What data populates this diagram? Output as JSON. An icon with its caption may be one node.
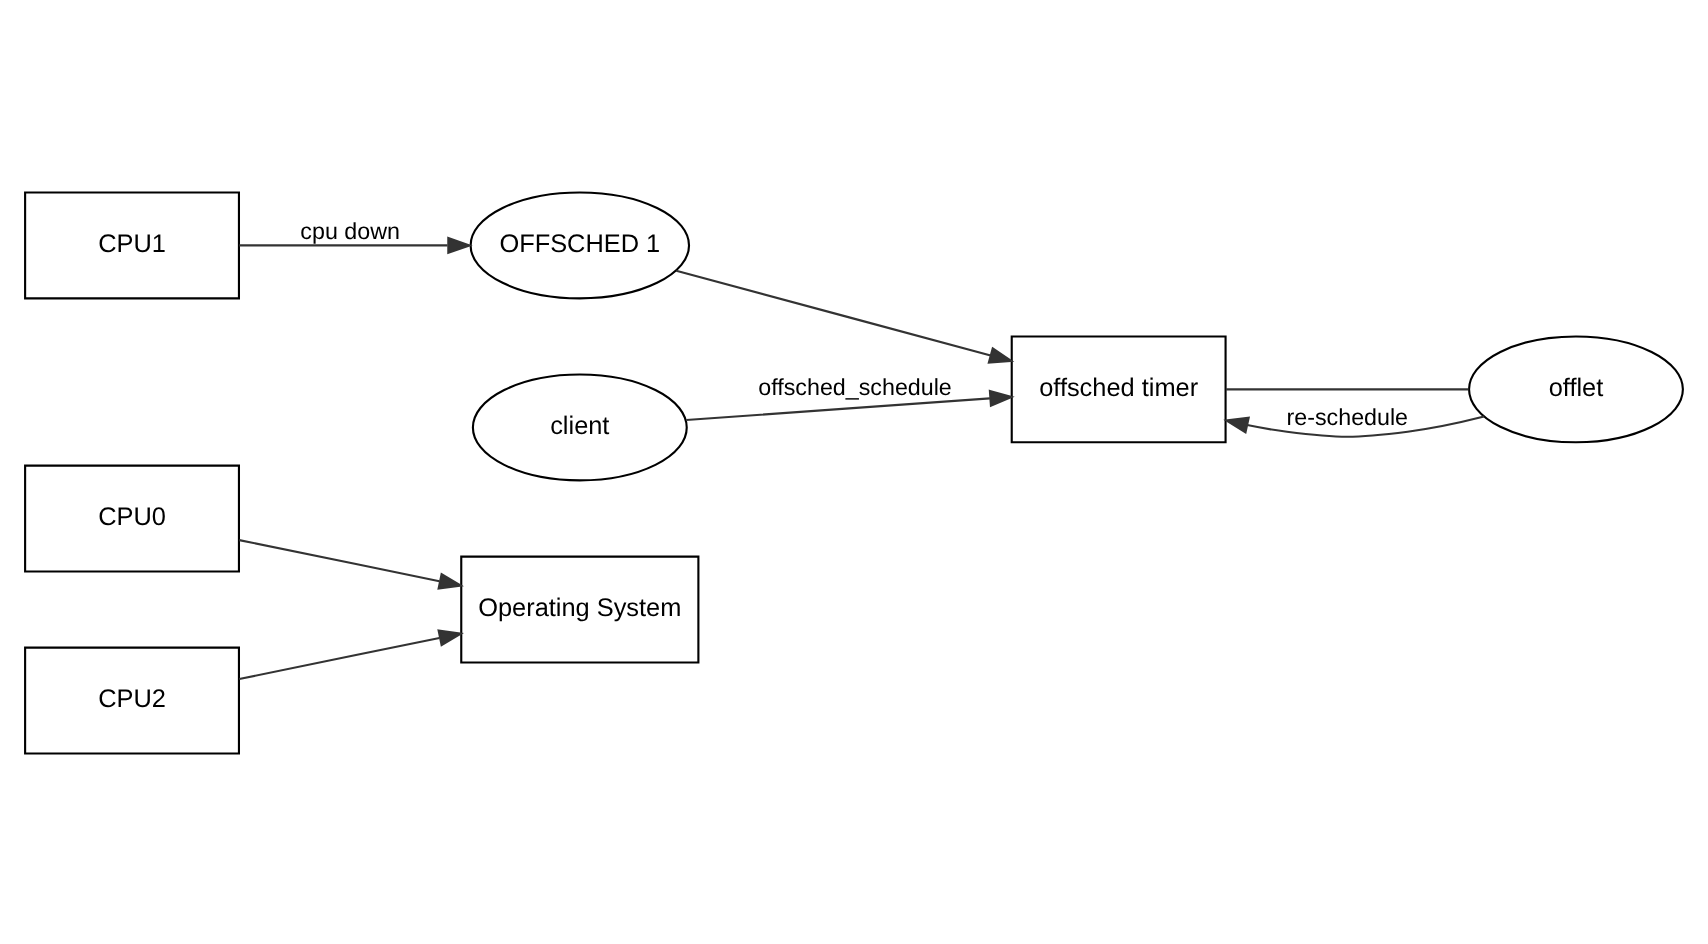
{
  "diagram": {
    "nodes": [
      {
        "text": [
          "CPU0"
        ]
      },
      {
        "text": [
          "Operating System"
        ]
      },
      {
        "text": [
          "CPU2"
        ]
      },
      {
        "text": [
          "CPU1"
        ]
      },
      {
        "text": [
          "OFFSCHED 1"
        ]
      },
      {
        "text": [
          "offsched timer"
        ]
      },
      {
        "text": [
          "offlet"
        ]
      },
      {
        "text": [
          "client"
        ]
      }
    ],
    "edges": [
      {
        "from": 0,
        "to": 1,
        "arrow": "to"
      },
      {
        "from": 2,
        "to": 1,
        "arrow": "to"
      },
      {
        "from": 3,
        "to": 4,
        "arrow": "to",
        "label": "cpu down"
      },
      {
        "from": 4,
        "to": 5,
        "arrow": "to"
      },
      {
        "from": 6,
        "to": 5,
        "arrow": "to",
        "label": "re-schedule"
      },
      {
        "from": 5,
        "to": 6,
        "arrow": "none"
      },
      {
        "from": 7,
        "to": 5,
        "arrow": "to",
        "label": "offsched_schedule"
      }
    ]
  }
}
